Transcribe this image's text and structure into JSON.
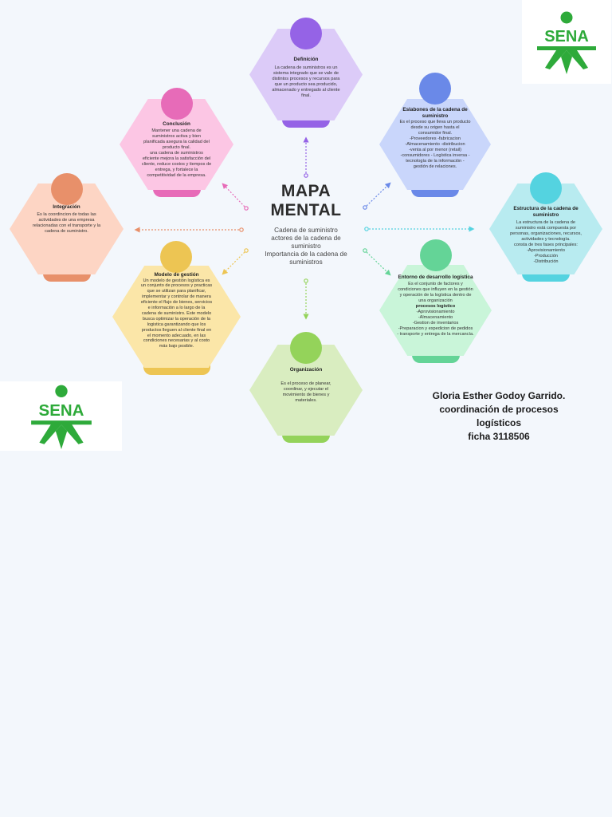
{
  "center": {
    "title": "MAPA\nMENTAL",
    "subtitle": "Cadena de suministro\nactores de la cadena de suministro\nImportancia de la cadena de suministros"
  },
  "logo_text": "SENA",
  "author": "Gloria Esther Godoy Garrido.\ncoordinación de procesos logísticos\nficha 3118506",
  "nodes": {
    "definicion": {
      "title": "Definición",
      "body": "La cadena de suministros es un sistema integrado que se vale de distintos procesos y recursos para que un producto sea producido, almacenado y entregado al cliente final."
    },
    "eslabones": {
      "title": "Eslabones de la cadena de suministro",
      "body": "Es el proceso que lleva un producto desde su origen hasta el consumidor final.\n-Proveedores -fabricacion\n-Almacenamiento -distribucion\n-venta al por menor (retail)\n-consumidores - Logística inversa -tecnología de la información - gestión de relaciones."
    },
    "estructura": {
      "title": "Estructura de la cadena de suministro",
      "body": "La estructura de la cadena de suministro está compuesta por personas, organizaciones, recursos, actividades y tecnología.\nconsta de tres fases principales:\n-Aprovisionamiento\n-Producción\n-Distribución"
    },
    "entorno": {
      "title": "Entorno de desarrollo logística",
      "body": "Es el conjunto de factores y condiciones que influyen en la gestión y operación de la logística dentro de una organización",
      "bold_line": "procesos logístico",
      "body2": "-Aprovisionamiento\n-Almacenamiento\n-Gestion de inventarios\n-Preparacion y expedicion de pedidos\n- transporte y entrega de la mercancía."
    },
    "organizacion": {
      "title": "Organización",
      "body": "Es el proceso de planear, coordinar, y ejecutar el movimiento de bienes y materiales."
    },
    "modelo": {
      "title": "Modelo de gestión",
      "body": "Un modelo de gestión logística es un conjunto de procesos y practicas que se utilizan para planificar, implementar y controlar de manera eficiente el flujo de bienes, servicios e información a lo largo de la cadena de suministro. Este modelo busca optimizar la operación de la logistica garantizando que los productos lleguen al cliente final en el momento adecuado, en las condiciones necesarias y al costo más bajo posible."
    },
    "integracion": {
      "title": "Integración",
      "body": "Es la coordincion de todas las actividades de una empresa relacionadas con el transporte y la cadena de suministro."
    },
    "conclusion": {
      "title": "Conclusión",
      "body": "Mantener una cadena de suministros activa y bien planificada asegura la calidad del producto final.\nuna cadena de suministros eficiente mejora la satisfacción del cliente, reduce costos y tiempos de entrega, y fortalece la competitividad de la empresa."
    }
  },
  "colors": {
    "definicion": {
      "hex": "#dccbf8",
      "accent": "#9563e6"
    },
    "eslabones": {
      "hex": "#c9d6fb",
      "accent": "#6a89e8"
    },
    "estructura": {
      "hex": "#b8ebf0",
      "accent": "#54d3e0"
    },
    "entorno": {
      "hex": "#c9f5d9",
      "accent": "#64d497"
    },
    "organizacion": {
      "hex": "#d9edc0",
      "accent": "#94d35a"
    },
    "modelo": {
      "hex": "#fbe6a8",
      "accent": "#edc553"
    },
    "integracion": {
      "hex": "#fdd5c4",
      "accent": "#e8906a"
    },
    "conclusion": {
      "hex": "#fcc6e4",
      "accent": "#e76bb8"
    },
    "logo_green": "#2eaa3a"
  }
}
